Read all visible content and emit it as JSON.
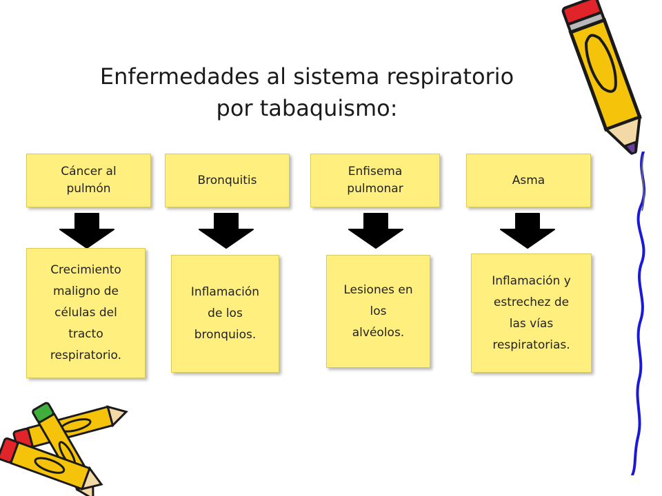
{
  "slide": {
    "title_lines": [
      "Enfermedades al sistema respiratorio",
      "por tabaquismo:"
    ]
  },
  "diagram": {
    "columns": [
      {
        "disease": "Cáncer al\npulmón",
        "effect": "Crecimiento\nmaligno de\ncélulas del\ntracto\nrespiratorio."
      },
      {
        "disease": "Bronquitis",
        "effect": "Inflamación\nde los\nbronquios."
      },
      {
        "disease": "Enfisema\npulmonar",
        "effect": "Lesiones en\nlos\nalvéolos."
      },
      {
        "disease": "Asma",
        "effect": "Inflamación y\nestrechez de\nlas vías\nrespiratorias."
      }
    ]
  },
  "colors": {
    "box_fill": "#ffef7f",
    "arrow": "#000000",
    "pencil_body": "#f5c40a",
    "pencil_outline": "#1a1a1a",
    "eraser_red": "#e0242a",
    "eraser_green": "#3fae3a",
    "sidebar_wave": "#1a1ad6"
  },
  "icons": [
    "pencil-icon",
    "down-arrow-icon"
  ]
}
